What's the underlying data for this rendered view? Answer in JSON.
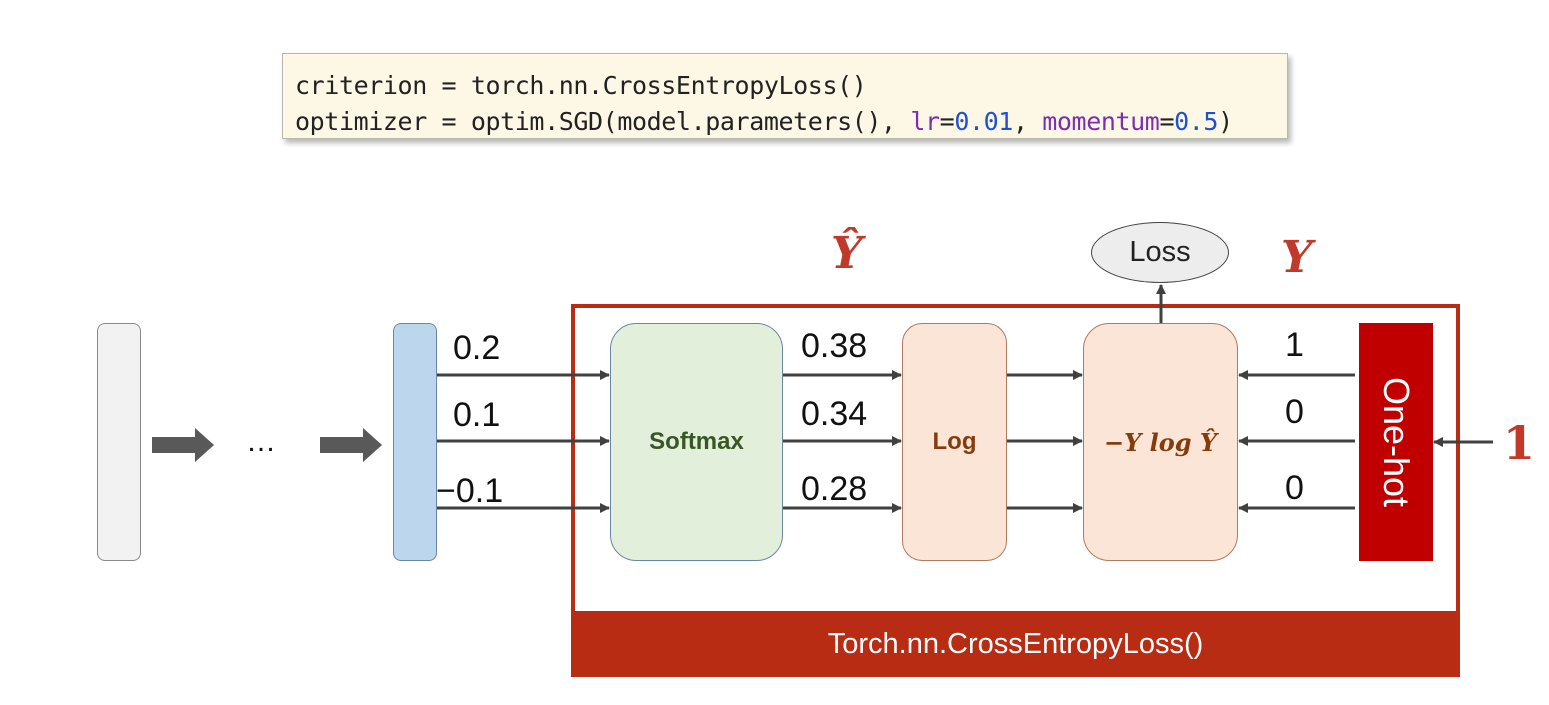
{
  "code": {
    "line1": "criterion = torch.nn.CrossEntropyLoss()",
    "line2_prefix": "optimizer = optim.SGD(model.parameters(), ",
    "lr_kw": "lr",
    "lr_eq": "=",
    "lr_val": "0.01",
    "sep": ", ",
    "mom_kw": "momentum",
    "mom_eq": "=",
    "mom_val": "0.5",
    "close": ")"
  },
  "diagram": {
    "ellipsis": "…",
    "logits": [
      "0.2",
      "0.1",
      "−0.1"
    ],
    "softmax_label": "Softmax",
    "probs": [
      "0.38",
      "0.34",
      "0.28"
    ],
    "log_label": "Log",
    "nll_label": "−Y log Ŷ",
    "onehot_values": [
      "1",
      "0",
      "0"
    ],
    "onehot_label": "One-hot",
    "target_label": "1",
    "loss_label": "Loss",
    "y_hat_symbol": "Ŷ",
    "y_symbol": "Y",
    "footer_label": "Torch.nn.CrossEntropyLoss()"
  },
  "colors": {
    "frame": "#b82c13",
    "highlight": "#c0392b",
    "onehot": "#c00000",
    "softmax_fill": "#e2efda",
    "log_fill": "#fbe5d6",
    "hidden_fill": "#bcd6ee",
    "code_bg": "#fdf8e6"
  }
}
